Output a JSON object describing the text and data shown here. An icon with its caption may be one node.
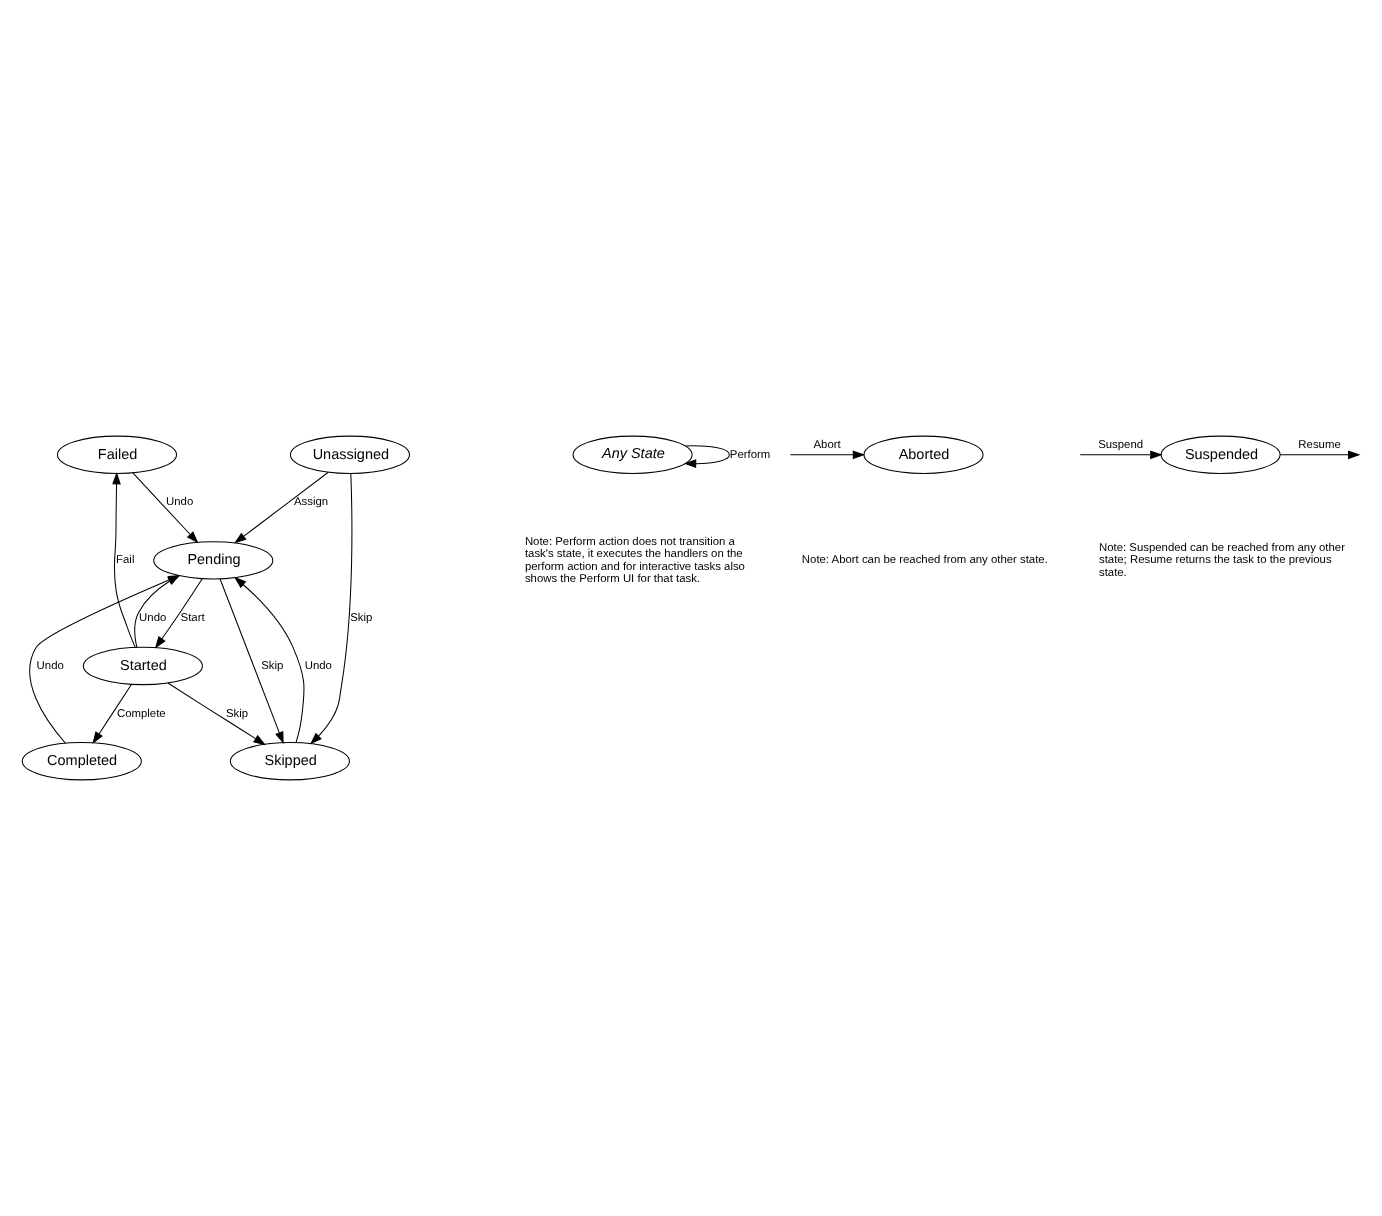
{
  "diagram": {
    "nodes": [
      {
        "text": [
          "Failed"
        ]
      },
      {
        "text": [
          "Started"
        ]
      },
      {
        "text": [
          "Pending"
        ]
      },
      {
        "text": [
          "Completed"
        ]
      },
      {
        "text": [
          "Skipped"
        ]
      },
      {
        "text": [
          "Unassigned"
        ]
      },
      {
        "text": [
          "Any State"
        ]
      },
      {
        "text": [
          "Aborted"
        ]
      },
      {
        "text": [
          "Suspended"
        ]
      }
    ],
    "edges": [
      {
        "from": 3,
        "to": 2,
        "arrow": "to",
        "label": "Undo"
      },
      {
        "from": 1,
        "to": 0,
        "arrow": "to",
        "label": "Fail"
      },
      {
        "from": 0,
        "to": 2,
        "arrow": "to",
        "label": "Undo"
      },
      {
        "from": 1,
        "to": 2,
        "arrow": "to",
        "label": "Undo"
      },
      {
        "from": 2,
        "to": 1,
        "arrow": "to",
        "label": "Start"
      },
      {
        "from": 1,
        "to": 3,
        "arrow": "to",
        "label": "Complete"
      },
      {
        "from": 1,
        "to": 4,
        "arrow": "to",
        "label": "Skip"
      },
      {
        "from": 2,
        "to": 4,
        "arrow": "to",
        "label": "Skip"
      },
      {
        "from": 4,
        "to": 2,
        "arrow": "to",
        "label": "Undo"
      },
      {
        "from": 5,
        "to": 2,
        "arrow": "to",
        "label": "Assign"
      },
      {
        "from": 5,
        "to": 4,
        "arrow": "to",
        "label": "Skip"
      },
      {
        "from": 6,
        "to": 6,
        "arrow": "to",
        "label": "Perform"
      },
      {
        "from": null,
        "to": 7,
        "arrow": "to",
        "label": "Abort"
      },
      {
        "from": null,
        "to": 8,
        "arrow": "to",
        "label": "Suspend"
      },
      {
        "from": 8,
        "to": null,
        "arrow": "to",
        "label": "Resume"
      }
    ],
    "labels": [
      "Note: Perform action does not transition a task's state, it executes the handlers on the perform action and for interactive tasks also shows the Perform UI for that task.",
      "Note: Abort can be reached from any other state.",
      "Note: Suspended can be reached from any other state; Resume returns the task to the previous state."
    ]
  }
}
